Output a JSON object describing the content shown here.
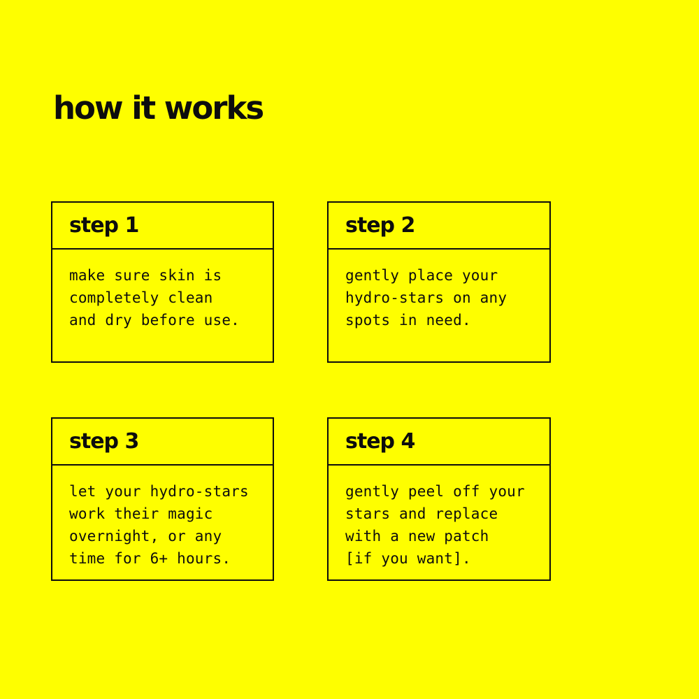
{
  "page": {
    "title": "how it works",
    "colors": {
      "background": "#FEFE00",
      "ink": "#0D0D0D"
    }
  },
  "steps": [
    {
      "label": "step 1",
      "body": "make sure skin is\ncompletely clean\nand dry before use."
    },
    {
      "label": "step 2",
      "body": "gently place your\nhydro-stars on any\nspots in need."
    },
    {
      "label": "step 3",
      "body": "let your hydro-stars\nwork their magic\novernight, or any\ntime for 6+ hours."
    },
    {
      "label": "step 4",
      "body": "gently peel off your\nstars and replace\nwith a new patch\n[if you want]."
    }
  ]
}
